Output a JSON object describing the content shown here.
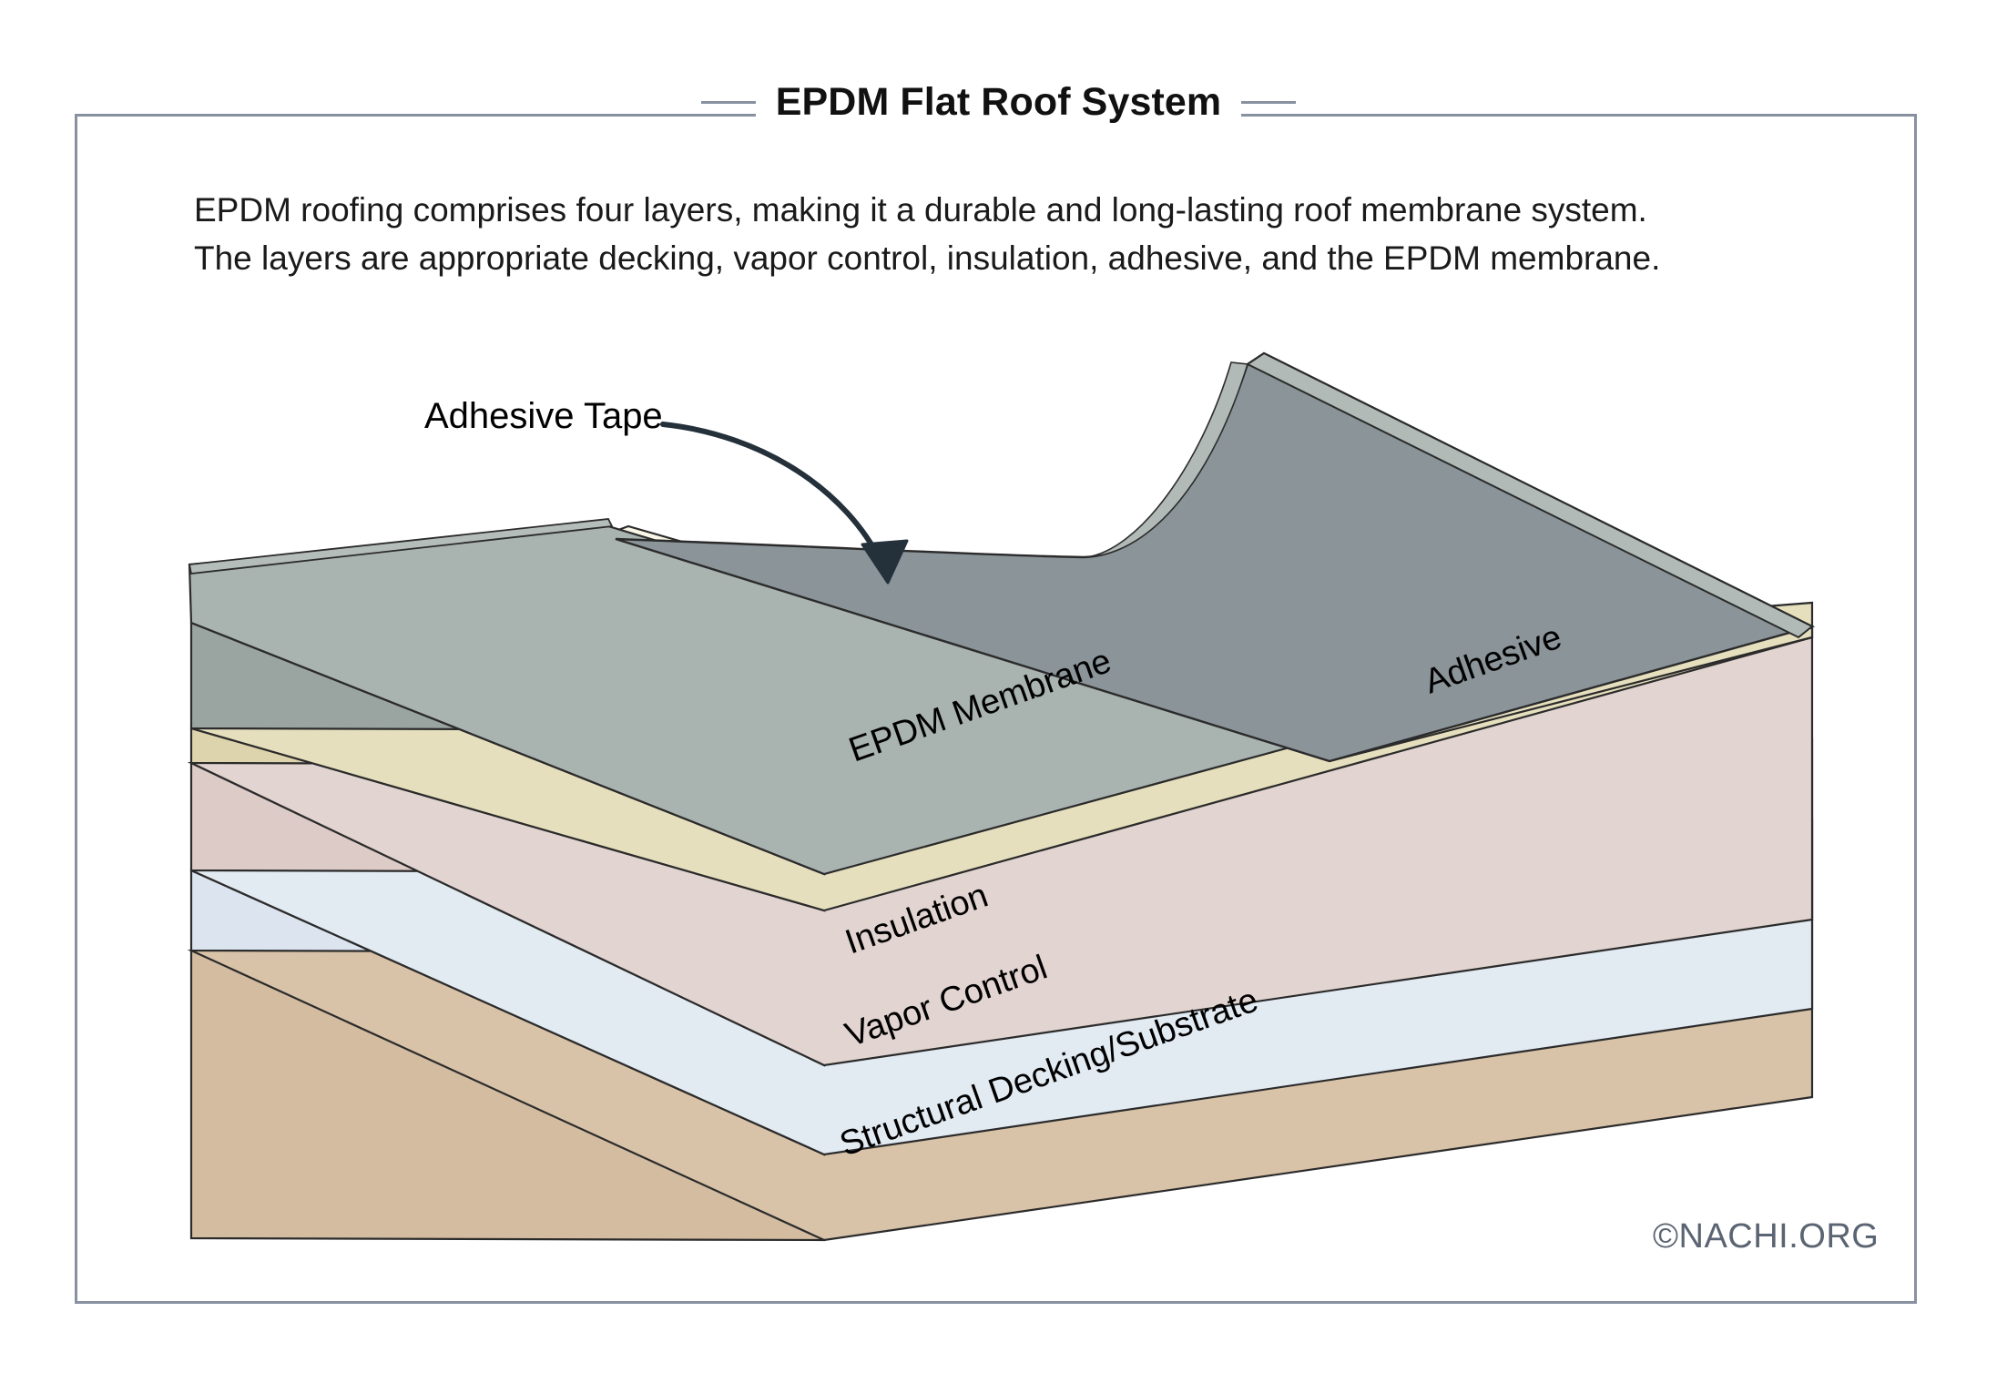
{
  "header": {
    "title": "EPDM Flat Roof System",
    "rule_color": "#8891a0"
  },
  "description": {
    "line1": "EPDM roofing comprises four layers, making it a durable and long-lasting roof membrane system.",
    "line2": "The layers are appropriate decking, vapor control, insulation, adhesive, and the EPDM membrane."
  },
  "diagram": {
    "type": "exploded-cutaway-3d-block",
    "callout": {
      "label": "Adhesive Tape",
      "points_to": "adhesive-tape-strip"
    },
    "layers": [
      {
        "id": "epdm-membrane",
        "label": "EPDM Membrane",
        "top_color": "#b1bab7",
        "face_color": "#a9b3b0",
        "underside_color": "#8b9499",
        "order": 1
      },
      {
        "id": "adhesive",
        "label": "Adhesive",
        "top_color": "#e6dfbe",
        "face_color": "#ddd4ad",
        "order": 2
      },
      {
        "id": "adhesive-tape",
        "label": "Adhesive Tape",
        "top_color": "#fbf7e6",
        "face_color": "#f5efd9",
        "order": 3
      },
      {
        "id": "insulation",
        "label": "Insulation",
        "top_color": "#e6d8d4",
        "face_color": "#e2d4d0",
        "order": 4
      },
      {
        "id": "vapor-control",
        "label": "Vapor Control",
        "top_color": "#e6edf5",
        "face_color": "#e2eaf2",
        "order": 5
      },
      {
        "id": "structural-decking",
        "label": "Structural Decking/Substrate",
        "top_color": "#ddc8ae",
        "face_color": "#d9c3a8",
        "order": 6
      }
    ],
    "stroke_color": "#2b2b2b",
    "background": "#ffffff"
  },
  "footer": {
    "copyright": "©NACHI.ORG",
    "copyright_color": "#5b6472"
  }
}
